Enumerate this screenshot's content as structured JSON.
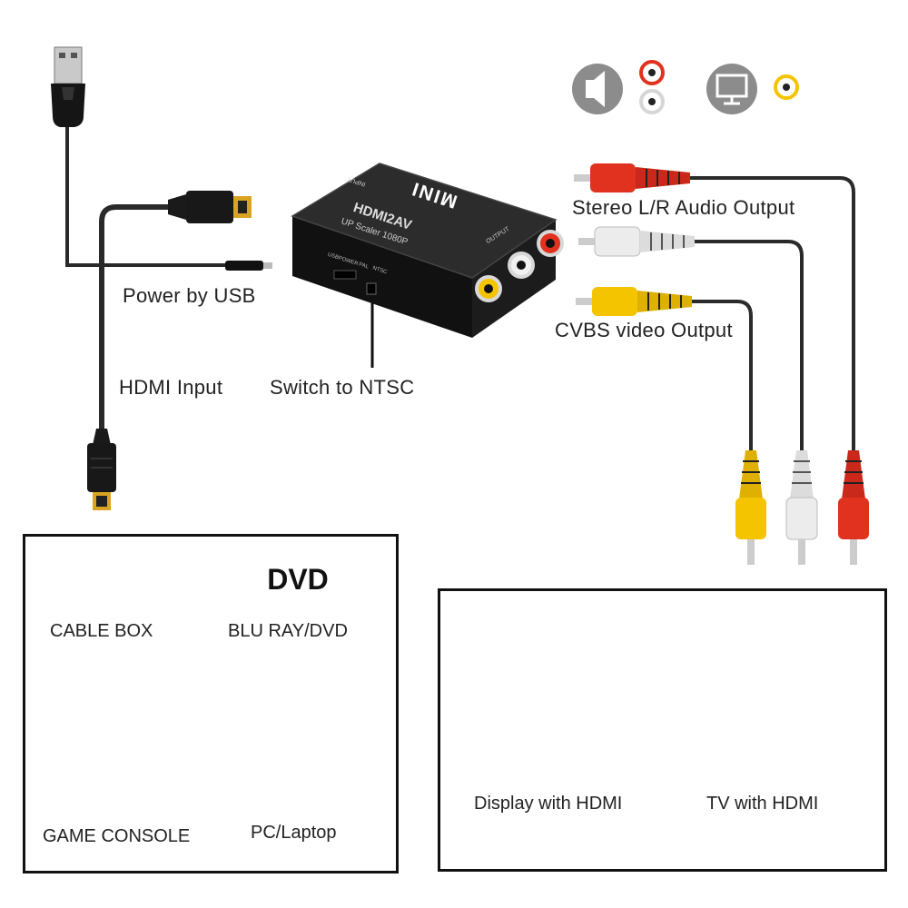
{
  "adapter": {
    "brand": "MINI",
    "model": "HDMI2AV",
    "subtitle": "UP Scaler 1080P",
    "port_input": "INPUT",
    "port_output": "OUTPUT",
    "port_usb": "USBPOWER",
    "switch_pal": "PAL",
    "switch_ntsc": "NTSC"
  },
  "labels": {
    "power_by_usb": "Power by USB",
    "hdmi_input": "HDMI Input",
    "switch_to_ntsc": "Switch to NTSC",
    "stereo_audio_output": "Stereo L/R Audio Output",
    "cvbs_video_output": "CVBS video Output"
  },
  "sources": {
    "cable_box": "CABLE BOX",
    "blu_ray_dvd": "BLU RAY/DVD",
    "dvd_logo": "DVD",
    "game_console": "GAME CONSOLE",
    "pc_laptop": "PC/Laptop"
  },
  "displays": {
    "display_hdmi": "Display with HDMI",
    "tv_hdmi": "TV with HDMI"
  },
  "colors": {
    "rca_red": "#e0321e",
    "rca_white": "#e8e8e8",
    "rca_yellow": "#f5c400",
    "adapter_body": "#1b1b1b",
    "icon_gray": "#8c8c8c"
  }
}
